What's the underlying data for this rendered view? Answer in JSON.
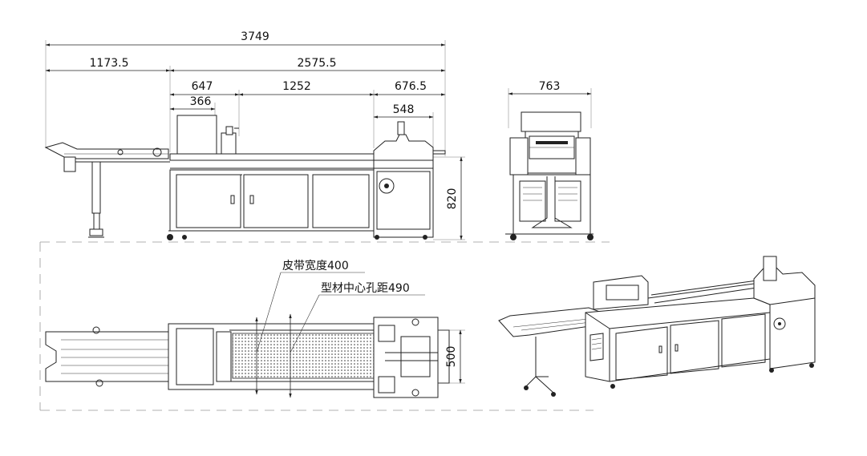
{
  "dimensions": {
    "overall_length": "3749",
    "feed_section": "1173.5",
    "main_section": "2575.5",
    "left_part": "647",
    "left_inner": "366",
    "middle_part": "1252",
    "right_part": "676.5",
    "right_inner": "548",
    "height": "820",
    "side_width": "763",
    "top_width": "500"
  },
  "annotations": {
    "belt_width": "皮带宽度400",
    "hole_spacing": "型材中心孔距490"
  },
  "colors": {
    "line": "#222222",
    "dash": "#999999",
    "background": "#ffffff"
  }
}
